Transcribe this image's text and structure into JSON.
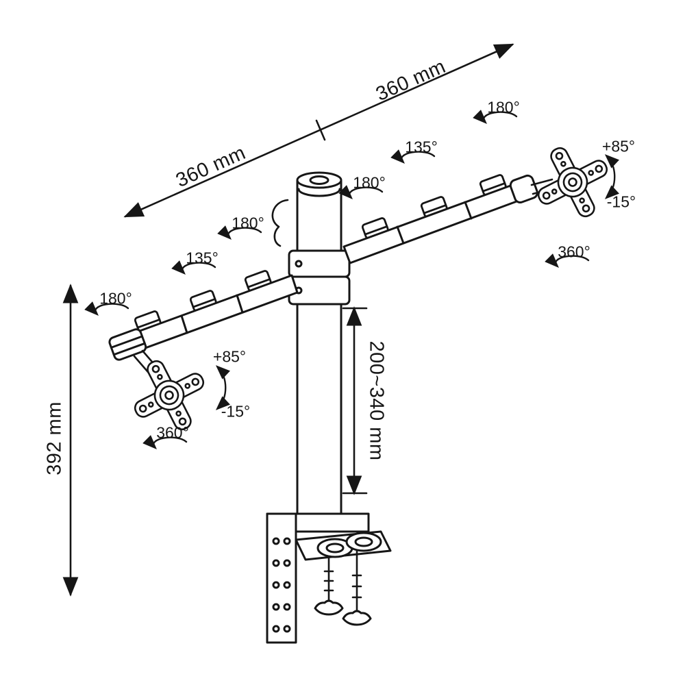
{
  "dimensions": {
    "arm_right": "360 mm",
    "arm_left": "360 mm",
    "pole_height": "392 mm",
    "height_range": "200~340 mm"
  },
  "angles": {
    "left_outer": "180°",
    "left_mid": "135°",
    "left_inner": "180°",
    "right_inner": "180°",
    "right_mid": "135°",
    "right_outer": "180°",
    "right_tilt_up": "+85°",
    "right_tilt_down": "-15°",
    "right_rotation": "360°",
    "left_tilt_up": "+85°",
    "left_tilt_down": "-15°",
    "left_rotation": "360°"
  },
  "colors": {
    "ink": "#161616",
    "background": "#ffffff"
  }
}
